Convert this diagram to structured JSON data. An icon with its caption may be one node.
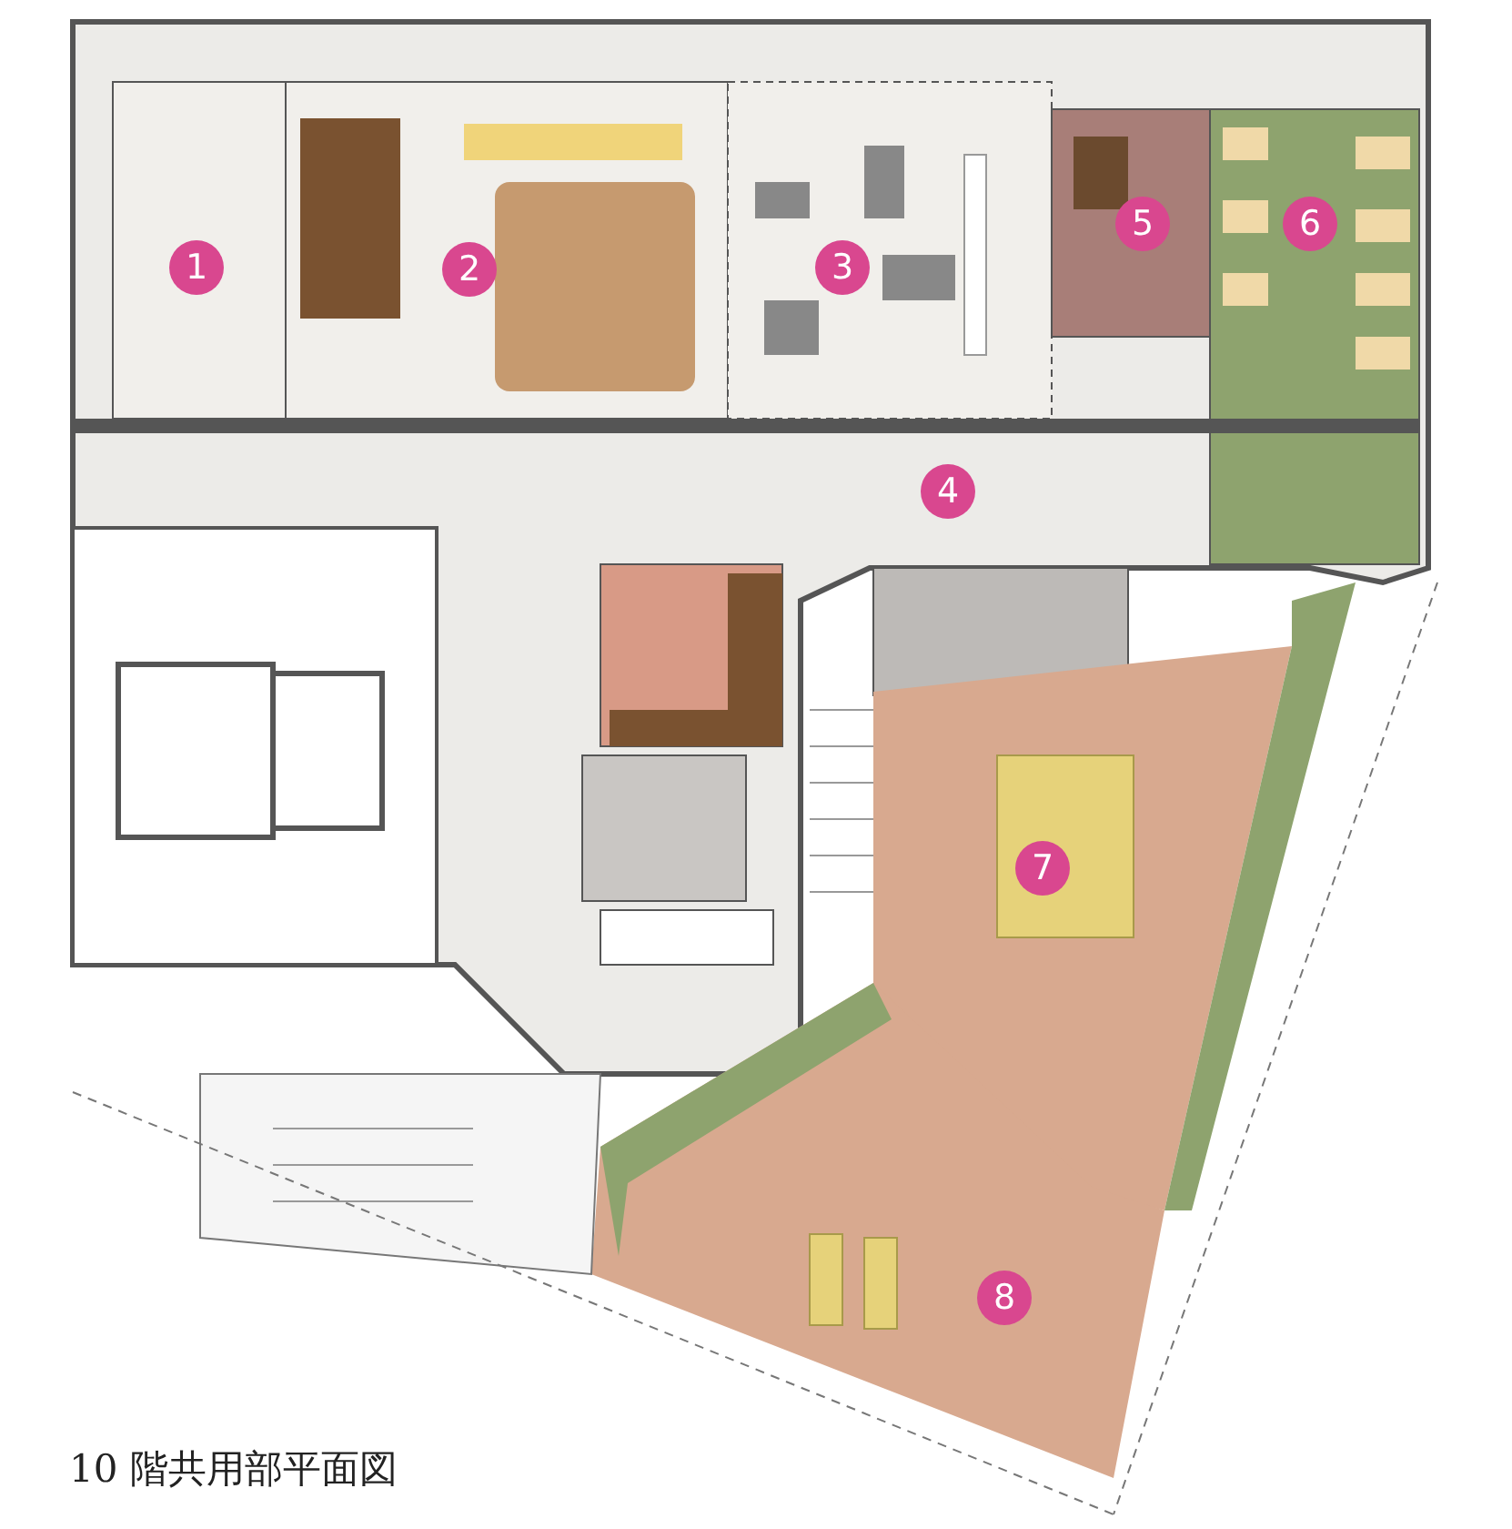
{
  "diagram": {
    "caption": "10 階共用部平面図",
    "labels": [
      "1",
      "2",
      "3",
      "4",
      "5",
      "6",
      "7",
      "8"
    ]
  }
}
